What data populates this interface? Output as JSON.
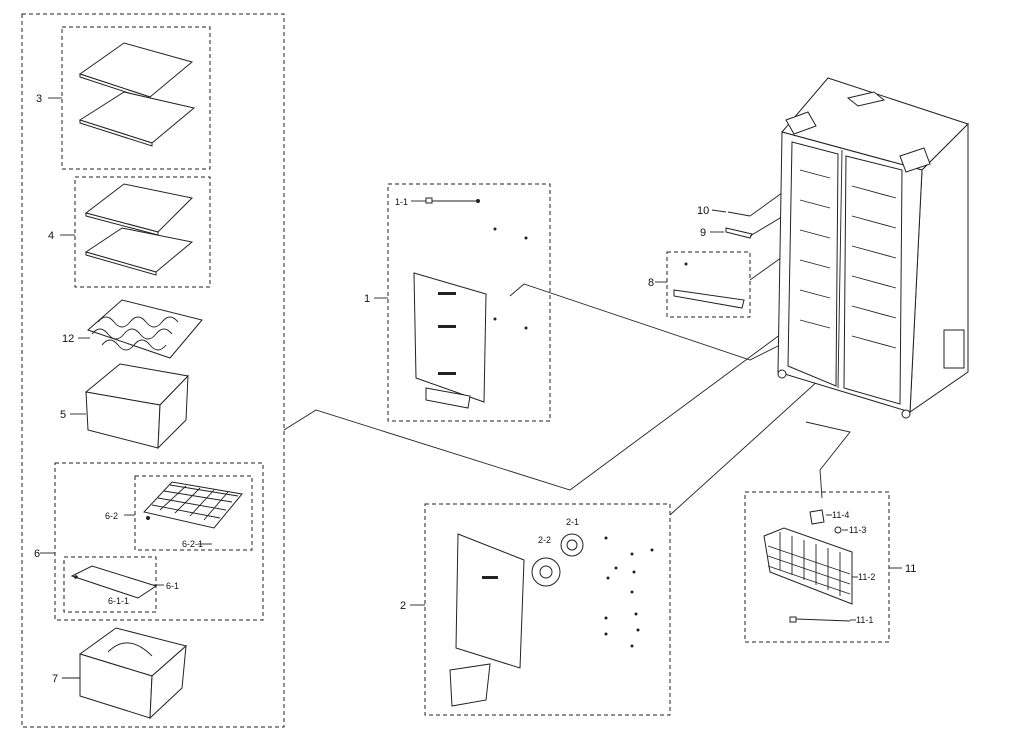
{
  "callouts": {
    "c1": "1",
    "c1_1": "1-1",
    "c2": "2",
    "c2_1": "2-1",
    "c2_2": "2-2",
    "c3": "3",
    "c4": "4",
    "c5": "5",
    "c6": "6",
    "c6_1": "6-1",
    "c6_1_1": "6-1-1",
    "c6_2": "6-2",
    "c6_2_1": "6-2-1",
    "c7": "7",
    "c8": "8",
    "c9": "9",
    "c10": "10",
    "c11": "11",
    "c11_1": "11-1",
    "c11_2": "11-2",
    "c11_3": "11-3",
    "c11_4": "11-4",
    "c12": "12"
  }
}
